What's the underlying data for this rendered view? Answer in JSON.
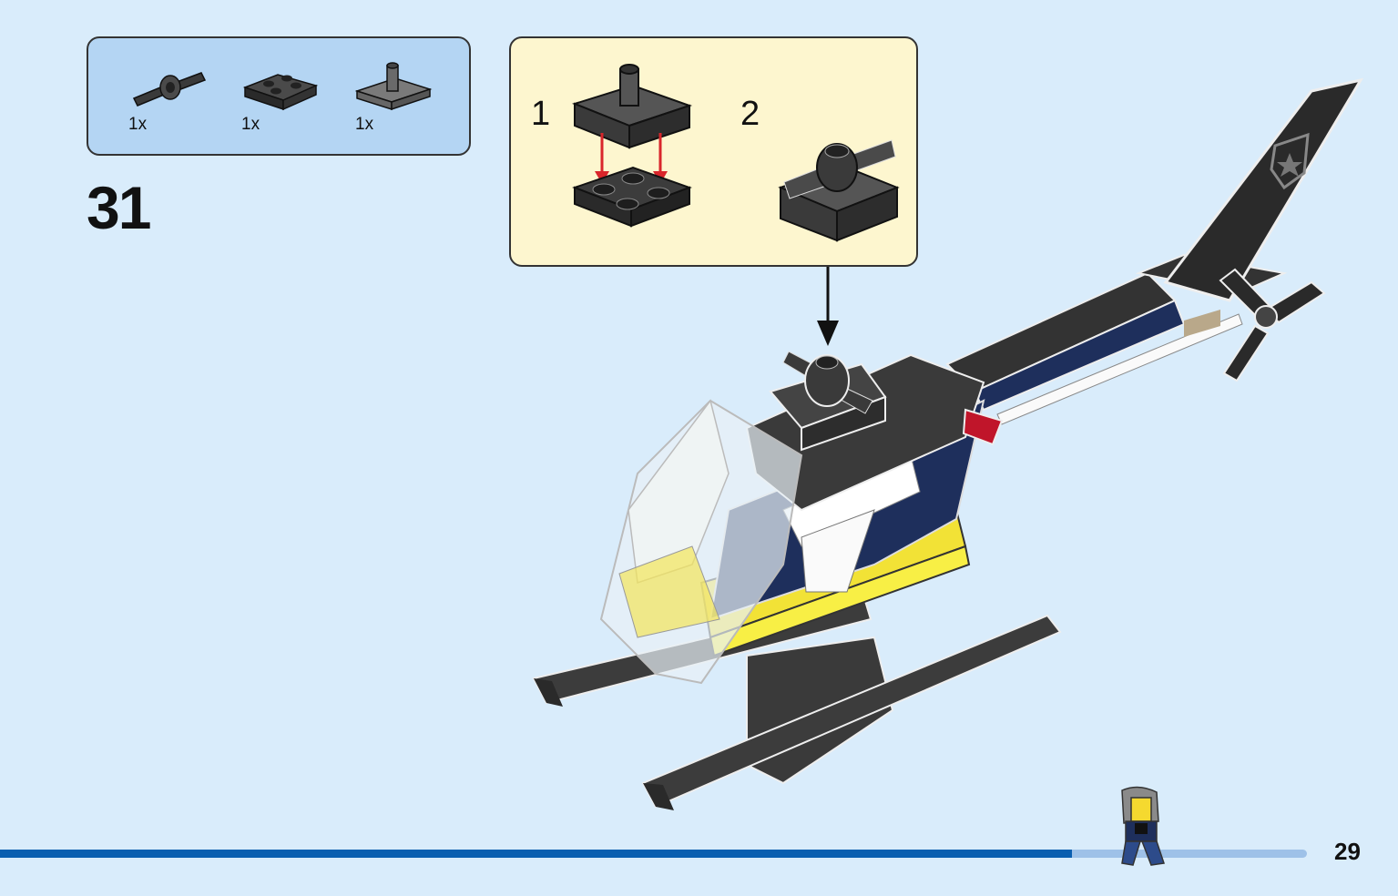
{
  "step": {
    "number": "31"
  },
  "parts": [
    {
      "icon": "axle-connector-icon",
      "quantity": "1x"
    },
    {
      "icon": "plate-2x2-icon",
      "quantity": "1x"
    },
    {
      "icon": "plate-with-pin-icon",
      "quantity": "1x"
    }
  ],
  "substeps": [
    {
      "label": "1"
    },
    {
      "label": "2"
    }
  ],
  "page": {
    "number": "29",
    "progress": 0.82
  },
  "colors": {
    "background": "#d9ecfb",
    "parts_box": "#b4d5f3",
    "substep_box": "#fdf6cf",
    "progress_fill": "#0a5fb0",
    "progress_track": "#9ec1e8",
    "arrow_red": "#d9262b"
  }
}
